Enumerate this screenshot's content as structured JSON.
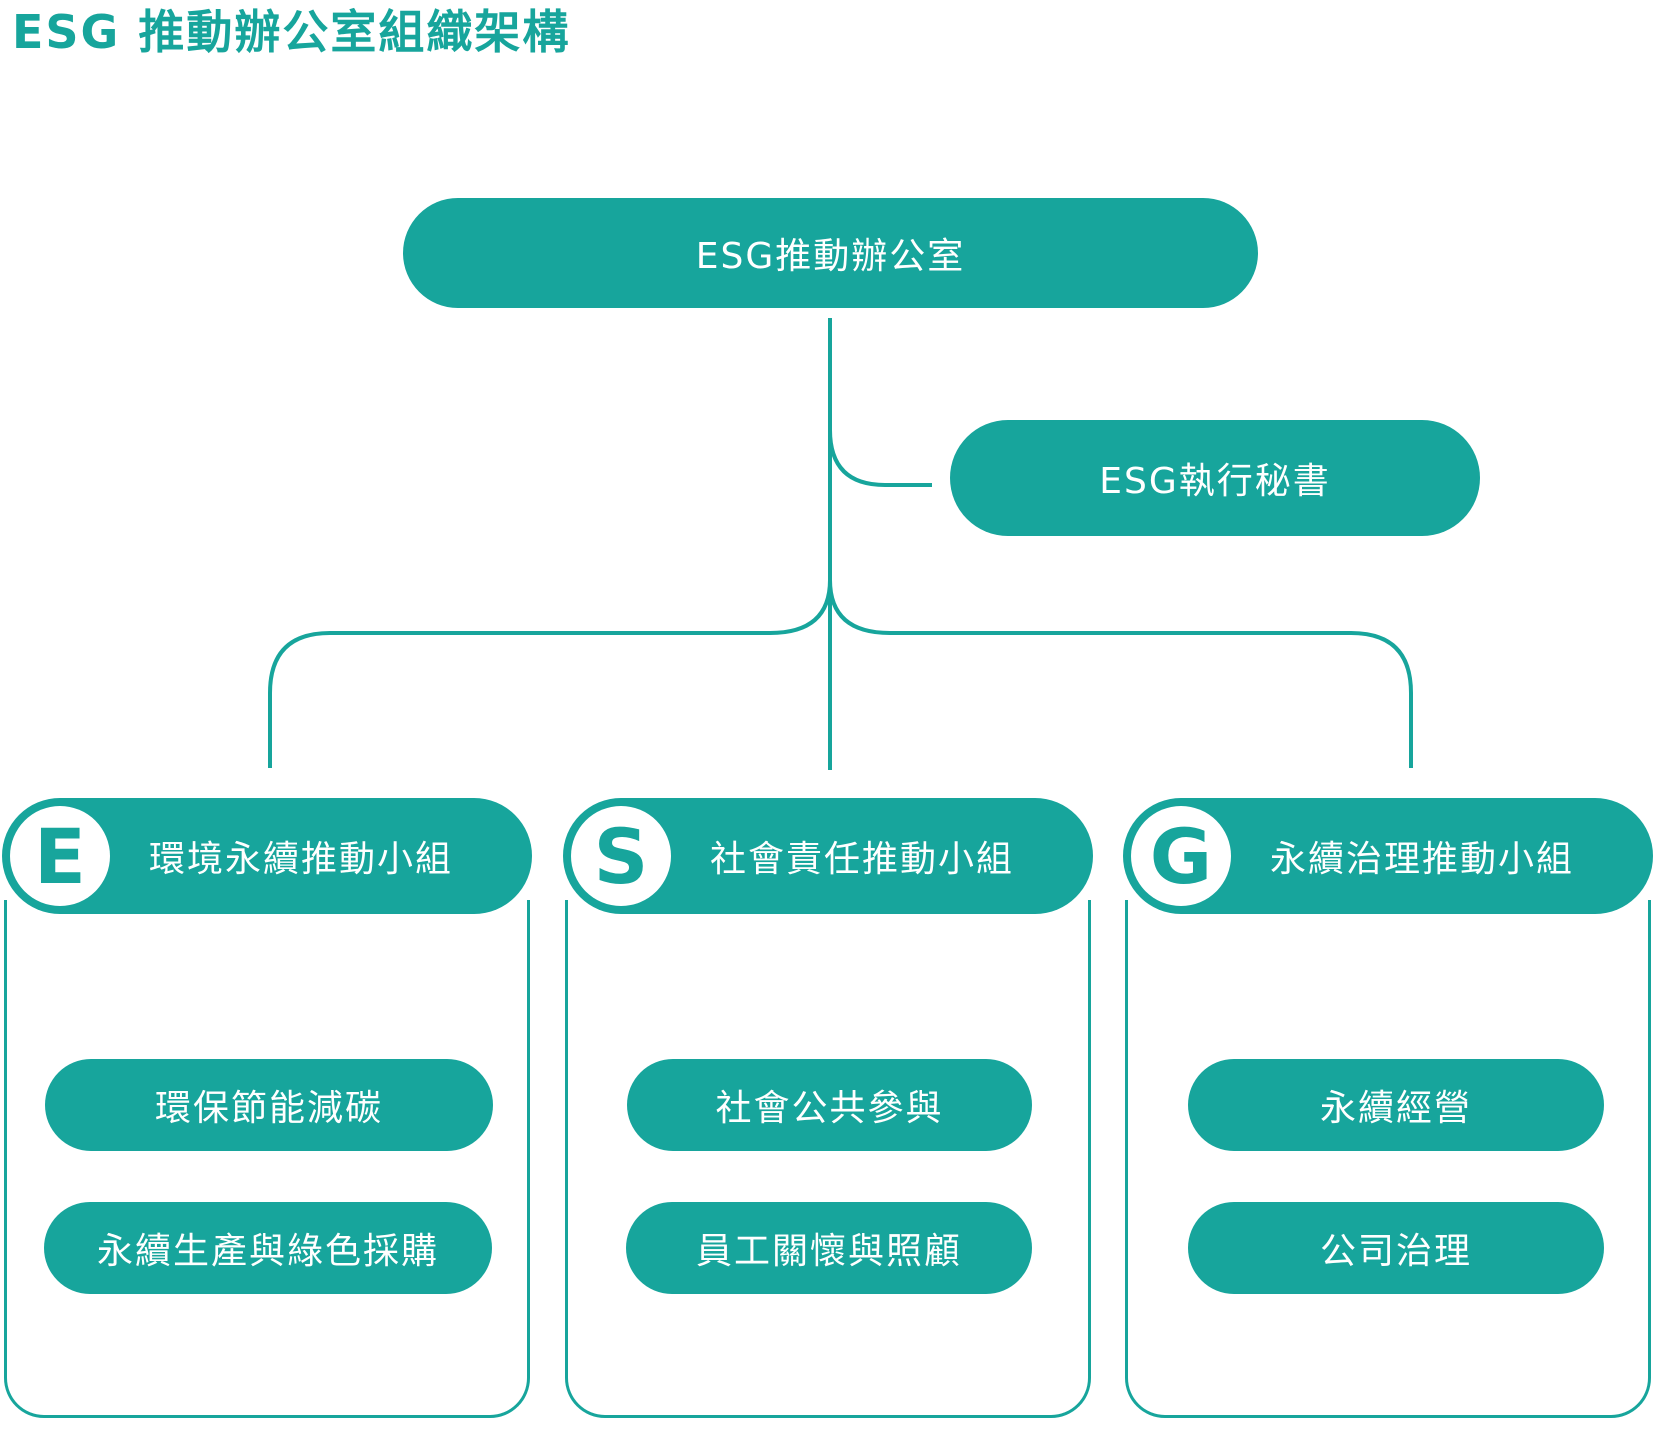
{
  "title": "ESG 推動辦公室組織架構",
  "colors": {
    "accent": "#17a59c",
    "text_on_accent": "#ffffff",
    "background": "#ffffff"
  },
  "root": {
    "label": "ESG推動辦公室"
  },
  "secretary": {
    "label": "ESG執行秘書"
  },
  "groups": [
    {
      "letter": "E",
      "label": "環境永續推動小組",
      "items": [
        "環保節能減碳",
        "永續生產與綠色採購"
      ]
    },
    {
      "letter": "S",
      "label": "社會責任推動小組",
      "items": [
        "社會公共參與",
        "員工關懷與照顧"
      ]
    },
    {
      "letter": "G",
      "label": "永續治理推動小組",
      "items": [
        "永續經營",
        "公司治理"
      ]
    }
  ]
}
